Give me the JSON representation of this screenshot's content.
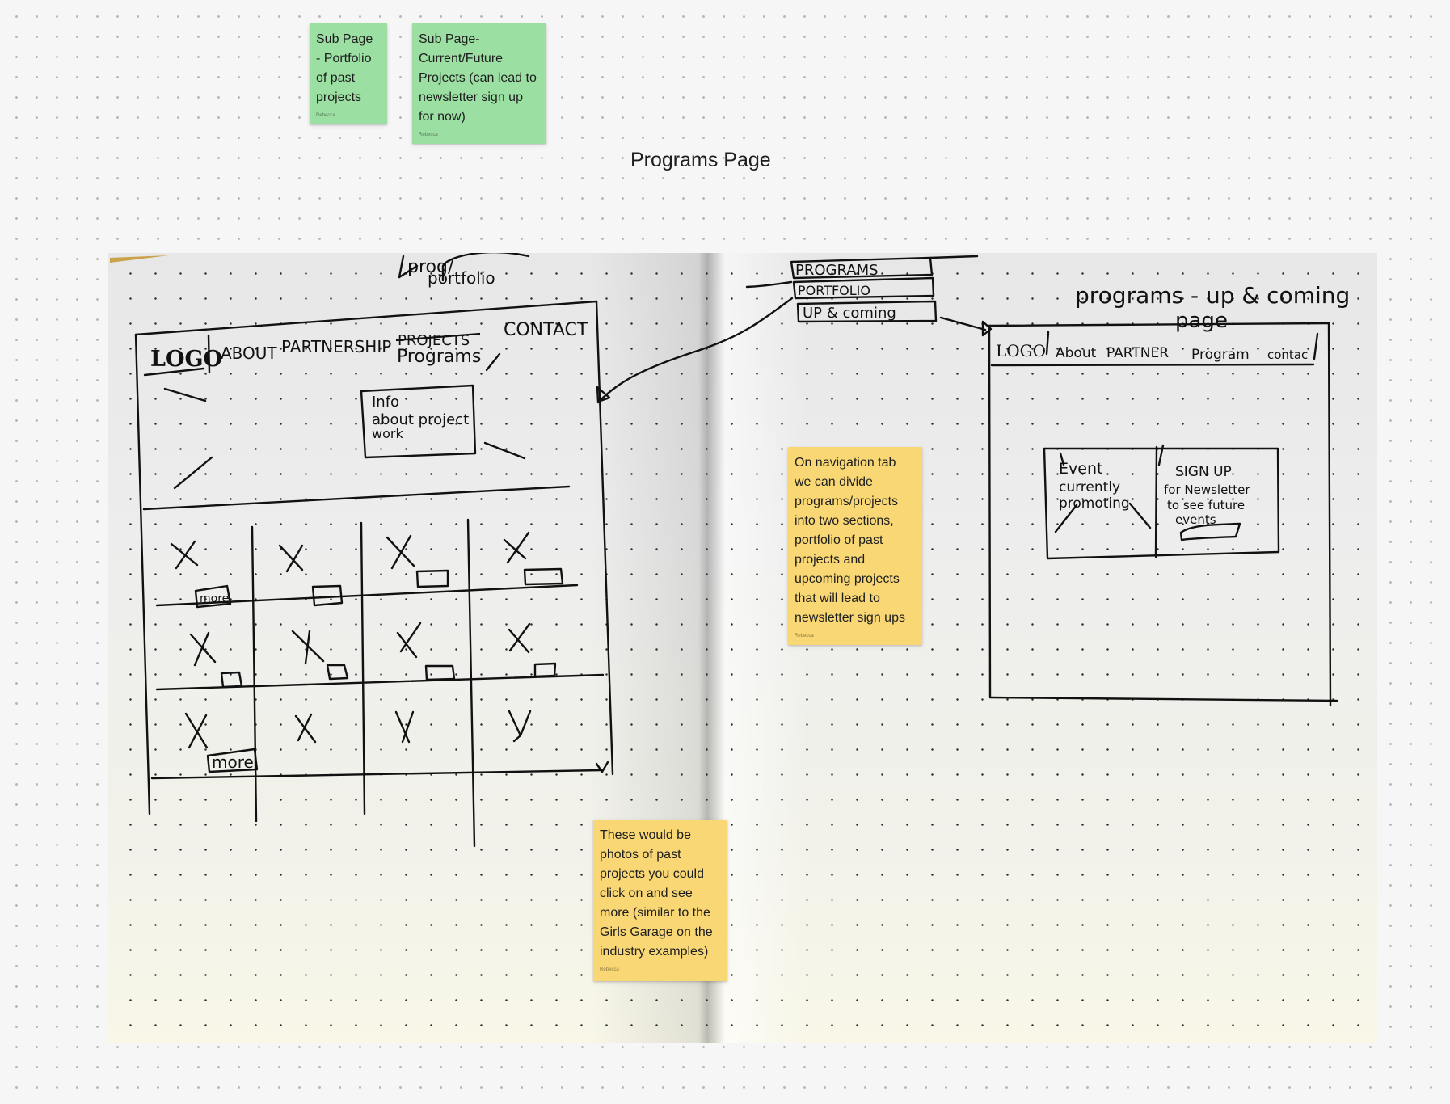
{
  "page": {
    "title": "Programs Page"
  },
  "stickies": {
    "portfolio_subpage": {
      "lines": [
        "Sub Page",
        "- Portfolio",
        "of past",
        "projects"
      ],
      "author": "Rebecca"
    },
    "current_future_subpage": {
      "lines": [
        "Sub Page-",
        "Current/Future",
        "Projects (can lead to",
        "newsletter sign up",
        "for now)"
      ],
      "author": "Rebecca"
    },
    "navigation_note": {
      "lines": [
        "On navigation tab",
        "we can divide",
        "programs/projects",
        "into two sections,",
        "portfolio of past",
        "projects and",
        "upcoming projects",
        "that will lead to",
        "newsletter sign ups"
      ],
      "author": "Rebecca"
    },
    "photos_note": {
      "lines": [
        "These would be",
        "photos of past",
        "projects you could",
        "click on and see",
        "more (similar to the",
        "Girls Garage on the",
        "industry examples)"
      ],
      "author": "Rebecca"
    }
  },
  "sketch": {
    "left_wireframe": {
      "logo": "LOGO",
      "nav": {
        "about": "ABOUT",
        "partnership": "PARTNERSHIP",
        "projects_struck": "PROJECTS",
        "programs": "Programs",
        "contact": "CONTACT"
      },
      "annotation_top_1": "prog/",
      "annotation_top_2": "portfolio",
      "info_box": [
        "Info",
        "about project",
        "work"
      ],
      "more_label": "more"
    },
    "dropdown": {
      "items": [
        "PROGRAMS",
        "PORTFOLIO",
        "UP & coming"
      ]
    },
    "right_wireframe": {
      "heading_1": "programs - up & coming",
      "heading_2": "page",
      "logo": "LOGO",
      "nav": {
        "about": "About",
        "partner": "PARTNER",
        "program": "Program",
        "contact": "contac"
      },
      "left_panel": [
        "Event",
        "currently",
        "promoting"
      ],
      "right_panel": [
        "SIGN UP",
        "for Newsletter",
        "to see future",
        "events"
      ]
    }
  }
}
